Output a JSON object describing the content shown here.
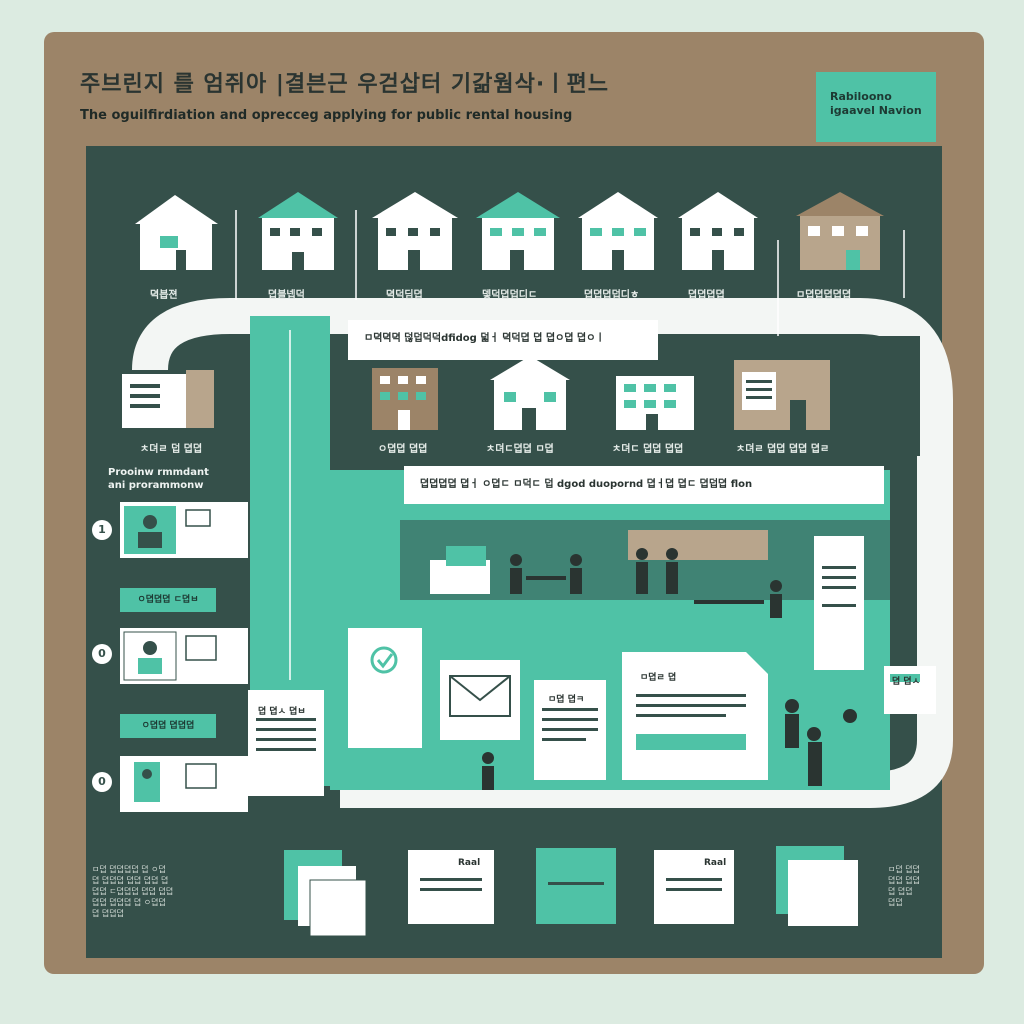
{
  "header": {
    "title": "주브린지 를 엄쥐아 |결븐근 우걷삽터 기갊웜삭·ㅣ편느",
    "subtitle": "The oguilfirdiation and oprecceg applying for public rental housing",
    "badge_line1": "Rabiloono",
    "badge_line2": "igaavel Navion"
  },
  "top_row": {
    "labels": [
      "뎍븝젼",
      "뎝블넵덕",
      "뎍덕딤뎝",
      "뎋덕뎝덥디ㄷ",
      "뎝뎝뎝덥디ㅎ",
      "뎝뎝뎝뎝",
      "ㅁ뎝뎝뎝뎝뎝"
    ]
  },
  "mid_banner": "ㅁ뎍뎍뎍 덚덥덕덕dfidog 덟ㅓ 뎍덕뎝 뎝 뎝ㅇ뎝 뎝ㅇㅣ",
  "mid_row": {
    "labels": [
      "ㅊ뎌ㄹ 덥 뎝뎝",
      "ㅇ뎝뎝 뎝뎝",
      "ㅊ뎌ㄷ뎝뎝 ㅁ뎝",
      "ㅊ뎌ㄷ 뎝뎝 뎝뎝",
      "ㅊ뎌ㄹ 뎝뎝 뎝뎝 뎝ㄹ"
    ]
  },
  "process_banner": "뎝뎝뎝뎝 뎝ㅓ ㅇ뎝ㄷ ㅁ덕ㄷ 덥 dgod duopornd 뎝ㅓ뎝 뎝ㄷ 뎝덥뎝 flon",
  "left_panel": {
    "heading_line1": "Prooinw rmmdant",
    "heading_line2": "ani prorammonw",
    "steps": [
      {
        "num": "1",
        "pill": "ㅇ뎝뎝뎝 ㄷ뎝ㅂ"
      },
      {
        "num": "0",
        "pill": "ㅇ뎝뎝 뎝뎝뎝"
      },
      {
        "num": "0",
        "pill": ""
      }
    ]
  },
  "docs": {
    "doc_a": "뎝 뎝ㅅ 뎝ㅂ",
    "doc_b": "ㅁ뎝 뎝ㅋ",
    "doc_c": "ㅁ뎝ㄹ 뎝",
    "doc_d": "뎝 뎝ㅅ",
    "bottom_labels": [
      "Raal",
      "Raal"
    ]
  },
  "side_notes": {
    "left": "ㅁ뎝 뎝뎝뎝뎝 뎝 ㅇ뎝\n뎝 뎝뎝뎝 뎝뎝 뎝뎝 뎝\n뎝뎝 ㄷ뎝뎝뎝 뎝뎝 뎝뎝\n뎝뎝 뎝뎝뎝 뎝 ㅇ뎝뎝\n뎝 뎝뎝뎝",
    "right": "ㅁ뎝 뎝뎝\n뎝뎝 뎝뎝\n뎝 뎝뎝\n뎝뎝"
  },
  "colors": {
    "frame": "#9c8468",
    "panel": "#35504a",
    "accent": "#4fc2a6",
    "white": "#ffffff"
  }
}
